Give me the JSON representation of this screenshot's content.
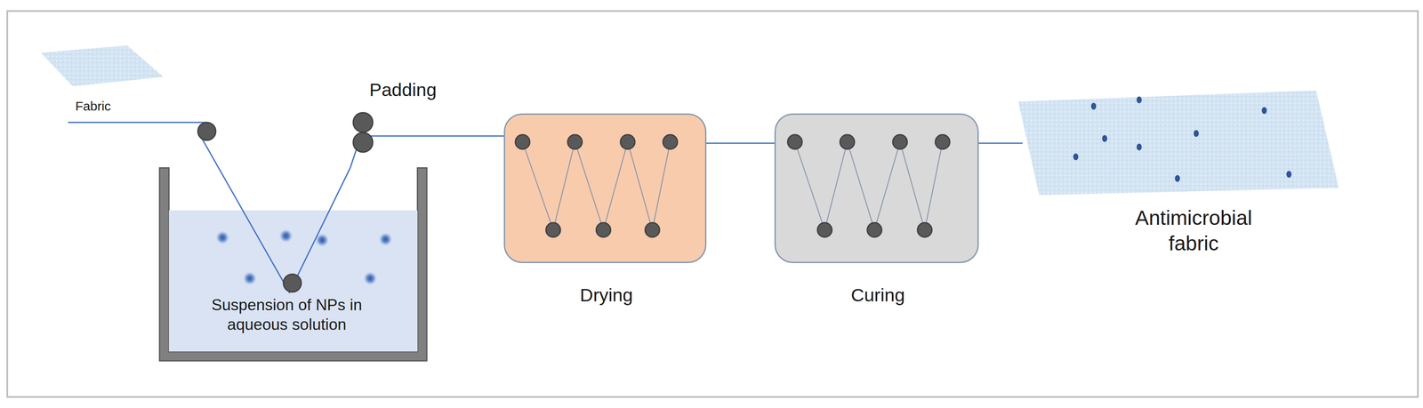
{
  "diagram": {
    "nodes": [
      {
        "text": [
          "Suspension of NPs in aqueous solution"
        ]
      },
      {
        "text": [
          "Drying"
        ]
      },
      {
        "text": [
          "Curing"
        ]
      },
      {
        "text": [
          "Antimicrobial fabric"
        ]
      }
    ],
    "edges": [
      {
        "from": 0,
        "to": 1,
        "arrow": "none"
      },
      {
        "from": 1,
        "to": 2,
        "arrow": "none"
      },
      {
        "from": 2,
        "to": 3,
        "arrow": "none"
      }
    ],
    "labels": [
      "Fabric",
      "Padding"
    ]
  }
}
